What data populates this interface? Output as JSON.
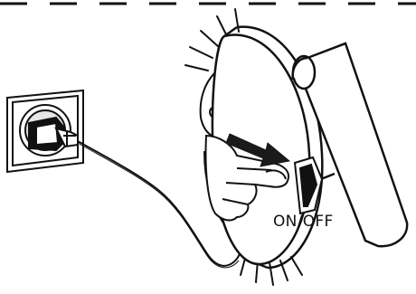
{
  "switch_label": "ON/OFF",
  "colors": {
    "ink": "#111111",
    "paper": "#ffffff",
    "shade": "#e6e6e6",
    "arrow": "#1a1a1a"
  },
  "elements": {
    "wall_socket": "wall-socket",
    "plug": "power-plug",
    "cable": "power-cable",
    "lamp_body": "wall-lamp-disc",
    "reading_arm": "lamp-reading-arm",
    "switch": "rocker-switch",
    "hand": "pressing-hand",
    "arrow": "direction-arrow",
    "glow": "light-emission-rays"
  }
}
